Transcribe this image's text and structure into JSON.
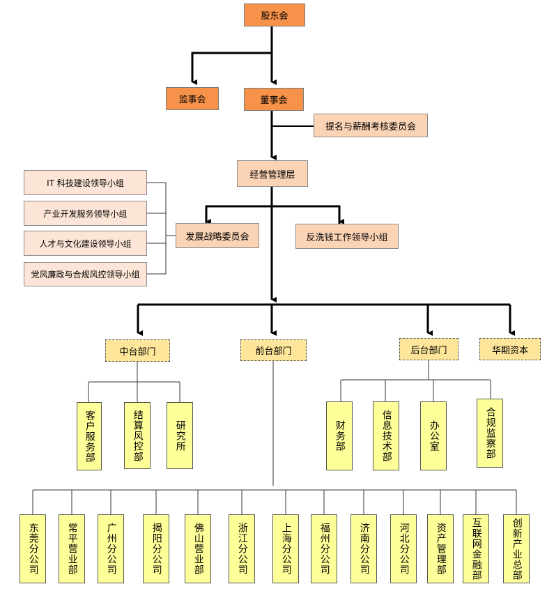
{
  "nodes": {
    "shareholders": "股东会",
    "supervisors": "监事会",
    "board": "董事会",
    "nomination_committee": "提名与薪酬考核委员会",
    "management": "经营管理层",
    "strategy_committee": "发展战略委员会",
    "aml_group": "反洗钱工作领导小组",
    "groups": [
      "IT 科技建设领导小组",
      "产业开发服务领导小组",
      "人才与文化建设领导小组",
      "党风廉政与合规风控领导小组"
    ],
    "middle_office": "中台部门",
    "front_office": "前台部门",
    "back_office": "后台部门",
    "capital": "华期资本",
    "middle_children": [
      "客户服务部",
      "结算风控部",
      "研究所"
    ],
    "back_children": [
      "财务部",
      "信息技术部",
      "办公室",
      "合规监察部"
    ],
    "front_children": [
      "东莞分公司",
      "常平营业部",
      "广州分公司",
      "揭阳分公司",
      "佛山营业部",
      "浙江分公司",
      "上海分公司",
      "福州分公司",
      "济南分公司",
      "河北分公司",
      "资产管理部",
      "互联网金融部",
      "创新产业总部"
    ]
  },
  "colors": {
    "top": "#f6924a",
    "mid": "#fbd3b5",
    "dept": "#fde69a",
    "leaf": "#ffff9a"
  }
}
